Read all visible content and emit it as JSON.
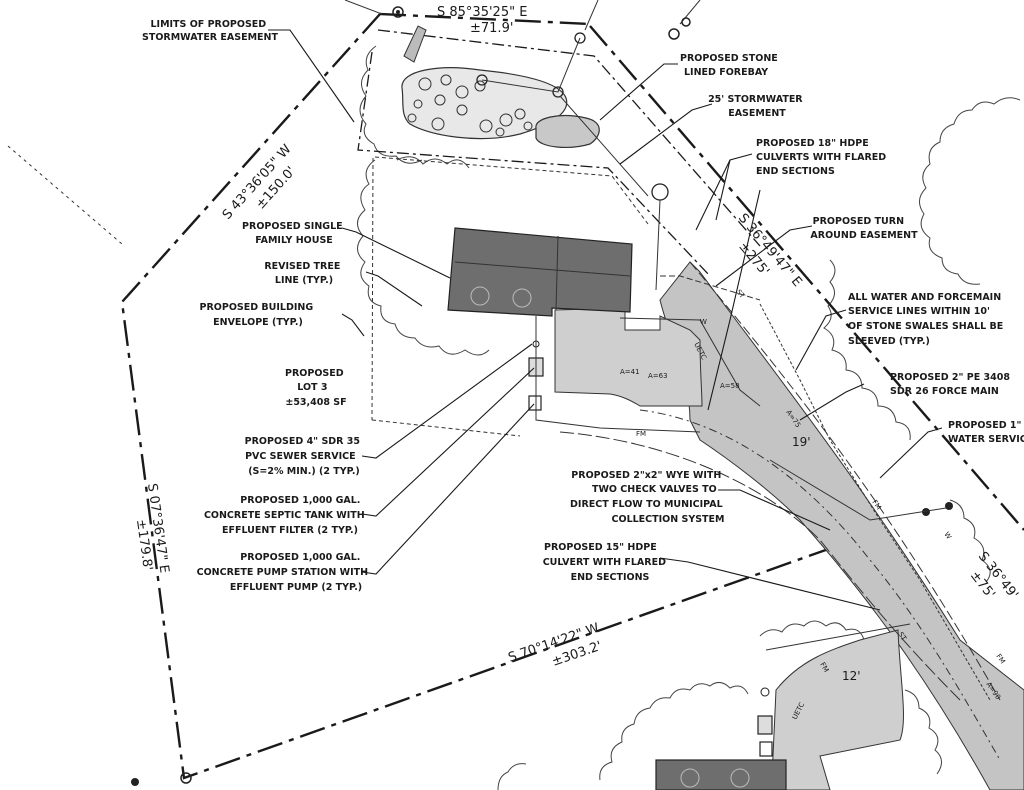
{
  "bearings": {
    "north": "S 85°35'25\" E",
    "north_dist": "±71.9'",
    "northwest": "S 43°36'05\" W",
    "northwest_dist": "±150.0'",
    "west": "S 07°36'47\" E",
    "west_dist": "±179.8'",
    "south": "S 70°14'22\" W",
    "south_dist": "±303.2'",
    "east": "S 36°49'47\" E",
    "east_dist": "±275'",
    "east_lower": "S 36°49'",
    "east_lower_dist": "±75'"
  },
  "notes": {
    "stormwater_easement_limits": [
      "LIMITS OF PROPOSED",
      "STORMWATER EASEMENT"
    ],
    "stone_forebay": [
      "PROPOSED STONE",
      "LINED FOREBAY"
    ],
    "stormwater_easement_25": [
      "25' STORMWATER",
      "EASEMENT"
    ],
    "culverts_18": [
      "PROPOSED 18\" HDPE",
      "CULVERTS WITH FLARED",
      "END SECTIONS"
    ],
    "turnaround_easement": [
      "PROPOSED TURN",
      "AROUND EASEMENT"
    ],
    "service_lines": [
      "ALL WATER AND FORCEMAIN",
      "SERVICE LINES WITHIN 10'",
      "OF STONE SWALES SHALL BE",
      "SLEEVED (TYP.)"
    ],
    "force_main": [
      "PROPOSED 2\" PE 3408",
      "SDR 26 FORCE MAIN"
    ],
    "water_service": [
      "PROPOSED 1\"",
      "WATER SERVICE"
    ],
    "house": [
      "PROPOSED SINGLE",
      "FAMILY HOUSE"
    ],
    "tree_line": [
      "REVISED TREE",
      "LINE (TYP.)"
    ],
    "building_envelope": [
      "PROPOSED BUILDING",
      "ENVELOPE (TYP.)"
    ],
    "lot": [
      "PROPOSED",
      "LOT 3",
      "±53,408 SF"
    ],
    "sewer_service": [
      "PROPOSED 4\" SDR 35",
      "PVC SEWER SERVICE",
      "(S=2% MIN.) (2 TYP.)"
    ],
    "septic_tank": [
      "PROPOSED 1,000 GAL.",
      "CONCRETE SEPTIC TANK WITH",
      "EFFLUENT FILTER (2 TYP.)"
    ],
    "pump_station": [
      "PROPOSED 1,000 GAL.",
      "CONCRETE PUMP STATION WITH",
      "EFFLUENT PUMP (2 TYP.)"
    ],
    "wye": [
      "PROPOSED 2\"x2\" WYE WITH",
      "TWO CHECK VALVES TO",
      "DIRECT FLOW TO MUNICIPAL",
      "COLLECTION SYSTEM"
    ],
    "culvert_15": [
      "PROPOSED 15\" HDPE",
      "CULVERT WITH FLARED",
      "END SECTIONS"
    ]
  },
  "dimensions": {
    "road_width": "19'",
    "drive_width": "12'"
  },
  "line_labels": {
    "st": "ST",
    "fm": "FM",
    "w": "W",
    "uetc": "UETC"
  },
  "grades": [
    "A=41",
    "A=63",
    "A=58",
    "A=75",
    "A=90"
  ]
}
